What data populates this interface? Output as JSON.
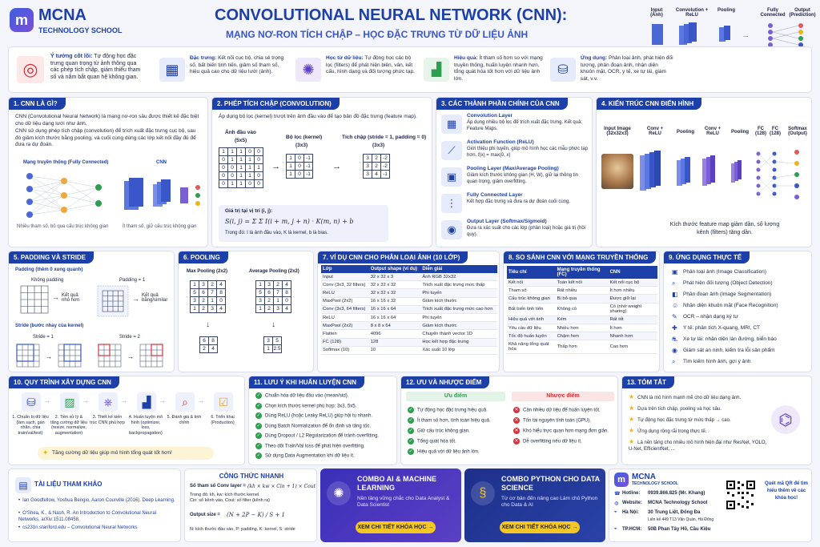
{
  "header": {
    "brand": "MCNA",
    "brand_sub": "TECHNOLOGY SCHOOL",
    "title": "CONVOLUTIONAL NEURAL NETWORK (CNN):",
    "subtitle": "MẠNG NƠ-RON TÍCH CHẬP – HỌC ĐẶC TRƯNG TỪ DỮ LIỆU ẢNH",
    "arch_labels": [
      "Input (Ảnh)",
      "Convolution + ReLU",
      "Pooling",
      "Fully Connected",
      "Output (Prediction)"
    ]
  },
  "ideas": [
    {
      "title": "Ý tưởng cốt lõi:",
      "text": "Tự động học đặc trưng quan trọng từ ảnh thông qua các phép tích chập, giảm thiểu tham số và nắm bắt quan hệ không gian."
    },
    {
      "title": "Đặc trưng:",
      "text": "Kết nối cục bộ, chia sẻ trọng số, bất biến tịnh tiến, giảm số tham số, hiệu quả cao cho dữ liệu lưới (ảnh)."
    },
    {
      "title": "Học từ dữ liệu:",
      "text": "Tự động học các bộ lọc (filters) để phát hiện biên, vân, kết cấu, hình dạng và đối tượng phức tạp."
    },
    {
      "title": "Hiệu quả:",
      "text": "Ít tham số hơn so với mạng truyền thống, huấn luyện nhanh hơn, tổng quát hóa tốt hơn với dữ liệu ảnh lớn."
    },
    {
      "title": "Ứng dụng:",
      "text": "Phân loại ảnh, phát hiện đối tượng, phân đoạn ảnh, nhận diện khuôn mặt, OCR, y tế, xe tự lái, giám sát, v.v."
    }
  ],
  "s1": {
    "title": "1. CNN LÀ GÌ?",
    "p1": "CNN (Convolutional Neural Network) là mạng nơ-ron sâu được thiết kế đặc biệt cho dữ liệu dạng lưới như ảnh.",
    "p2": "CNN sử dụng phép tích chập (convolution) để trích xuất đặc trưng cục bộ, sau đó giảm kích thước bằng pooling, và cuối cùng dùng các lớp kết nối đầy đủ để đưa ra dự đoán.",
    "left_label": "Mạng truyền thống (Fully Connected)",
    "right_label": "CNN",
    "left_note": "Nhiều tham số, bỏ qua cấu trúc không gian",
    "right_note": "Ít tham số, giữ cấu trúc không gian"
  },
  "s2": {
    "title": "2. PHÉP TÍCH CHẬP (CONVOLUTION)",
    "intro": "Áp dụng bộ lọc (kernel) trượt trên ảnh đầu vào để tạo bản đồ đặc trưng (feature map).",
    "input_label": "Ảnh đầu vào",
    "input_size": "(5x5)",
    "kernel_label": "Bộ lọc (kernel)",
    "kernel_size": "(3x3)",
    "out_label": "Tích chập (stride = 1, padding = 0)",
    "out_size": "(3x3)",
    "input": [
      [
        1,
        1,
        1,
        0,
        0
      ],
      [
        0,
        1,
        1,
        1,
        0
      ],
      [
        0,
        0,
        1,
        1,
        1
      ],
      [
        0,
        0,
        1,
        1,
        0
      ],
      [
        0,
        1,
        1,
        0,
        0
      ]
    ],
    "kernel": [
      [
        "1",
        "0",
        "-1"
      ],
      [
        "1",
        "0",
        "-1"
      ],
      [
        "1",
        "0",
        "-1"
      ]
    ],
    "output": [
      [
        "3",
        "2",
        "-2"
      ],
      [
        "3",
        "2",
        "-2"
      ],
      [
        "3",
        "4",
        "-1"
      ]
    ],
    "formula_head": "Giá trị tại vị trí (i, j):",
    "formula": "S(i, j) = Σ Σ I(i + m, j + n) · K(m, n) + b",
    "formula_note": "Trong đó: I là ảnh đầu vào, K là kernel, b là bias."
  },
  "s3": {
    "title": "3. CÁC THÀNH PHẦN CHÍNH CỦA CNN",
    "items": [
      {
        "name": "Convolution Layer",
        "text": "Áp dụng nhiều bộ lọc để trích xuất đặc trưng. Kết quả: Feature Maps."
      },
      {
        "name": "Activation Function (ReLU)",
        "text": "Giới thiệu phi tuyến, giúp mô hình học các mẫu phức tạp hơn. f(x) = max(0, x)"
      },
      {
        "name": "Pooling Layer (Max/Average Pooling)",
        "text": "Giảm kích thước không gian (H, W), giữ lại thông tin quan trọng, giảm overfitting."
      },
      {
        "name": "Fully Connected Layer",
        "text": "Kết hợp đặc trưng và đưa ra dự đoán cuối cùng."
      },
      {
        "name": "Output Layer (Softmax/Sigmoid)",
        "text": "Đưa ra xác suất cho các lớp (phân loại) hoặc giá trị (hồi quy)."
      }
    ]
  },
  "s4": {
    "title": "4. KIẾN TRÚC CNN ĐIỂN HÌNH",
    "labels": [
      "Input Image (32x32x3)",
      "Conv + ReLU",
      "Pooling",
      "Conv + ReLU",
      "Pooling",
      "FC (128)",
      "FC (128)",
      "Softmax (Output)"
    ],
    "note": "Kích thước feature map giảm dần, số lượng kênh (filters) tăng dần."
  },
  "s5": {
    "title": "5. PADDING VÀ STRIDE",
    "padding_head": "Padding (thêm 0 xung quanh)",
    "no_padding": "Không padding",
    "padding_1": "Padding = 1",
    "res_small": "Kết quả nhỏ hơn",
    "res_same": "Kết quả bằng/similar",
    "stride_head": "Stride (bước nhảy của kernel)",
    "stride_1": "Stride = 1",
    "stride_2": "Stride = 2"
  },
  "s6": {
    "title": "6. POOLING",
    "max_label": "Max Pooling (2x2)",
    "avg_label": "Average Pooling (2x2)",
    "grid": [
      [
        "1",
        "3",
        "2",
        "4"
      ],
      [
        "5",
        "6",
        "7",
        "8"
      ],
      [
        "3",
        "2",
        "1",
        "0"
      ],
      [
        "1",
        "2",
        "3",
        "4"
      ]
    ],
    "max_out": [
      [
        "6",
        "8"
      ],
      [
        "2",
        "4"
      ]
    ],
    "avg_out": [
      [
        "3",
        "5"
      ],
      [
        "1",
        "2.5"
      ]
    ]
  },
  "s7": {
    "title": "7. VÍ DỤ CNN CHO PHÂN LOẠI ẢNH (10 LỚP)",
    "headers": [
      "Lớp",
      "Output shape (ví dụ)",
      "Diễn giải"
    ],
    "rows": [
      [
        "Input",
        "32 x 32 x 3",
        "Ảnh RGB 32x32"
      ],
      [
        "Conv (3x3, 32 filters)",
        "32 x 32 x 32",
        "Trích xuất đặc trưng mức thấp"
      ],
      [
        "ReLU",
        "32 x 32 x 32",
        "Phi tuyến"
      ],
      [
        "MaxPool (2x2)",
        "16 x 16 x 32",
        "Giảm kích thước"
      ],
      [
        "Conv (3x3, 64 filters)",
        "16 x 16 x 64",
        "Trích xuất đặc trưng mức cao hơn"
      ],
      [
        "ReLU",
        "16 x 16 x 64",
        "Phi tuyến"
      ],
      [
        "MaxPool (2x2)",
        "8 x 8 x 64",
        "Giảm kích thước"
      ],
      [
        "Flatten",
        "4096",
        "Chuyển thành vector 1D"
      ],
      [
        "FC (128)",
        "128",
        "Học kết hợp đặc trưng"
      ],
      [
        "Softmax (10)",
        "10",
        "Xác suất 10 lớp"
      ]
    ]
  },
  "s8": {
    "title": "8. SO SÁNH CNN VỚI MẠNG TRUYỀN THỐNG",
    "headers": [
      "Tiêu chí",
      "Mạng truyền thống (FC)",
      "CNN"
    ],
    "rows": [
      [
        "Kết nối",
        "Toàn kết nối",
        "Kết nối cục bộ"
      ],
      [
        "Tham số",
        "Rất nhiều",
        "Ít hơn nhiều"
      ],
      [
        "Cấu trúc không gian",
        "Bị bỏ qua",
        "Được giữ lại"
      ],
      [
        "Bất biến tịnh tiến",
        "Không có",
        "Có (nhờ weight sharing)"
      ],
      [
        "Hiệu quả với ảnh",
        "Kém",
        "Rất tốt"
      ],
      [
        "Yêu cầu dữ liệu",
        "Nhiều hơn",
        "Ít hơn"
      ],
      [
        "Tốc độ huấn luyện",
        "Chậm hơn",
        "Nhanh hơn"
      ],
      [
        "Khả năng tổng quát hóa",
        "Thấp hơn",
        "Cao hơn"
      ]
    ]
  },
  "s9": {
    "title": "9. ỨNG DỤNG THỰC TẾ",
    "items": [
      "Phân loại ảnh (Image Classification)",
      "Phát hiện đối tượng (Object Detection)",
      "Phân đoạn ảnh (Image Segmentation)",
      "Nhận diện khuôn mặt (Face Recognition)",
      "OCR – nhận dạng ký tự",
      "Y tế: phân tích X-quang, MRI, CT",
      "Xe tự lái: nhận diện làn đường, biển báo",
      "Giám sát an ninh, kiểm tra lỗi sản phẩm",
      "Tìm kiếm hình ảnh, gợi ý ảnh"
    ]
  },
  "s10": {
    "title": "10. QUY TRÌNH XÂY DỰNG CNN",
    "steps": [
      "1. Chuẩn bị dữ liệu (làm sạch, gán nhãn, chia train/val/test)",
      "2. Tiền xử lý & tăng cường dữ liệu (resize, normalize, augmentation)",
      "3. Thiết kế kiến trúc CNN phù hợp",
      "4. Huấn luyện mô hình (optimizer, loss, backpropagation)",
      "5. Đánh giá & tinh chỉnh",
      "6. Triển khai (Production)"
    ],
    "tip": "Tăng cường dữ liệu giúp mô hình tổng quát tốt hơn!"
  },
  "s11": {
    "title": "11. LƯU Ý KHI HUẤN LUYỆN CNN",
    "items": [
      "Chuẩn hóa dữ liệu đầu vào (mean/std).",
      "Chọn kích thước kernel phù hợp: 3x3, 5x5.",
      "Dùng ReLU (hoặc Leaky ReLU) giúp hội tụ nhanh.",
      "Dùng Batch Normalization để ổn định và tăng tốc.",
      "Dùng Dropout / L2 Regularization để tránh overfitting.",
      "Theo dõi Train/Val loss để phát hiện overfitting.",
      "Sử dụng Data Augmentation khi dữ liệu ít."
    ]
  },
  "s12": {
    "title": "12. ƯU VÀ NHƯỢC ĐIỂM",
    "pros_head": "Ưu điểm",
    "cons_head": "Nhược điểm",
    "pros": [
      "Tự động học đặc trưng hiệu quả.",
      "Ít tham số hơn, tính toán hiệu quả.",
      "Giữ cấu trúc không gian.",
      "Tổng quát hóa tốt.",
      "Hiệu quả với dữ liệu ảnh lớn."
    ],
    "cons": [
      "Cần nhiều dữ liệu để huấn luyện tốt.",
      "Tốn tài nguyên tính toán (GPU).",
      "Khó hiểu trực quan hơn mạng đơn giản.",
      "Dễ overfitting nếu dữ liệu ít."
    ]
  },
  "s13": {
    "title": "13. TÓM TẮT",
    "items": [
      "CNN là mô hình mạnh mẽ cho dữ liệu dạng ảnh.",
      "Dựa trên tích chập, pooling và học sâu.",
      "Tự động học đặc trưng từ mức thấp → cao.",
      "Ứng dụng rộng rãi trong thực tế.",
      "Là nền tảng cho nhiều mô hình hiện đại như ResNet, YOLO, U-Net, EfficientNet, ..."
    ]
  },
  "refs": {
    "title": "TÀI LIỆU THAM KHẢO",
    "items": [
      "Ian Goodfellow, Yoshua Bengio, Aaron Courville (2016). Deep Learning.",
      "O'Shea, K., & Nash, R. An Introduction to Convolutional Neural Networks, arXiv:1511.08458.",
      "cs231n.stanford.edu – Convolutional Neural Networks"
    ]
  },
  "formulas": {
    "title": "CÔNG THỨC NHANH",
    "params_label": "Số tham số Conv layer =",
    "params_expr": "(kh × kw × Cin + 1) × Cout",
    "params_note1": "Trong đó: kh, kw: kích thước kernel",
    "params_note2": "Cin: số kênh vào, Cout: số filter (kênh ra)",
    "out_label": "Output size =",
    "out_expr": "(N + 2P − K) / S + 1",
    "out_note": "N: kích thước đầu vào, P: padding, K: kernel, S: stride"
  },
  "promo1": {
    "title": "COMBO AI & MACHINE LEARNING",
    "text": "Nền tảng vững chắc cho Data Analyst & Data Scientist",
    "btn": "XEM CHI TIẾT KHÓA HỌC →"
  },
  "promo2": {
    "title": "COMBO PYTHON CHO DATA SCIENCE",
    "text": "Từ cơ bản đến nâng cao Làm chủ Python cho Data & AI",
    "btn": "XEM CHI TIẾT KHÓA HỌC →"
  },
  "contact": {
    "brand": "MCNA",
    "brand_sub": "TECHNOLOGY SCHOOL",
    "hotline_label": "Hotline:",
    "hotline": "0939.866.825 (Mr. Khang)",
    "web_label": "Website:",
    "web": "MCNA Technology School",
    "hn_label": "Hà Nội:",
    "hn": "30 Trung Liệt, Đống Đa",
    "hn2": "Liên kế 449 T13 Văn Quán, Hà Đông",
    "hcm_label": "TP.HCM:",
    "hcm": "50B Phan Tây Hồ, Cầu Kiệu",
    "qr_text": "Quét mã QR để tìm hiểu thêm về các khóa học!"
  },
  "colors": {
    "accent": "#1d3fa8",
    "yellow": "#f2c624",
    "green": "#2e9e4f",
    "red": "#d6333a",
    "purple": "#5b3fc4"
  }
}
